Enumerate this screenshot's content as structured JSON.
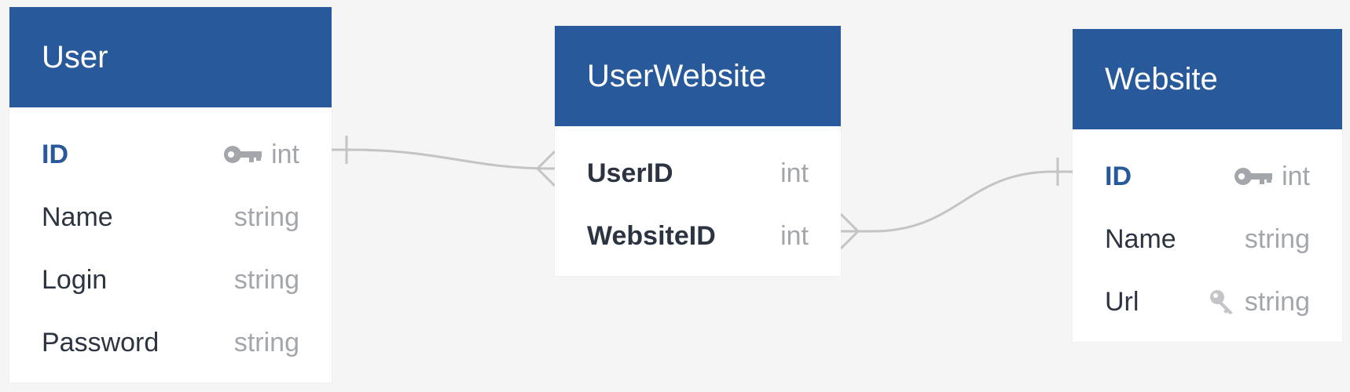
{
  "colors": {
    "header_bg": "#27599b",
    "header_text": "#ffffff",
    "primary_key_text": "#27599b",
    "field_text": "#2b3440",
    "type_text": "#a3a6ab",
    "connector": "#c4c4c4",
    "background": "#f4f5f4"
  },
  "entities": {
    "user": {
      "title": "User",
      "fields": [
        {
          "name": "ID",
          "type": "int",
          "icon": "primary-key-icon"
        },
        {
          "name": "Name",
          "type": "string"
        },
        {
          "name": "Login",
          "type": "string"
        },
        {
          "name": "Password",
          "type": "string"
        }
      ]
    },
    "userwebsite": {
      "title": "UserWebsite",
      "fields": [
        {
          "name": "UserID",
          "type": "int"
        },
        {
          "name": "WebsiteID",
          "type": "int"
        }
      ]
    },
    "website": {
      "title": "Website",
      "fields": [
        {
          "name": "ID",
          "type": "int",
          "icon": "primary-key-icon"
        },
        {
          "name": "Name",
          "type": "string"
        },
        {
          "name": "Url",
          "type": "string",
          "icon": "unique-key-icon"
        }
      ]
    }
  },
  "relationships": [
    {
      "from": "User.ID",
      "from_cardinality": "one",
      "to": "UserWebsite.UserID",
      "to_cardinality": "many"
    },
    {
      "from": "UserWebsite.WebsiteID",
      "from_cardinality": "many",
      "to": "Website.ID",
      "to_cardinality": "one"
    }
  ]
}
